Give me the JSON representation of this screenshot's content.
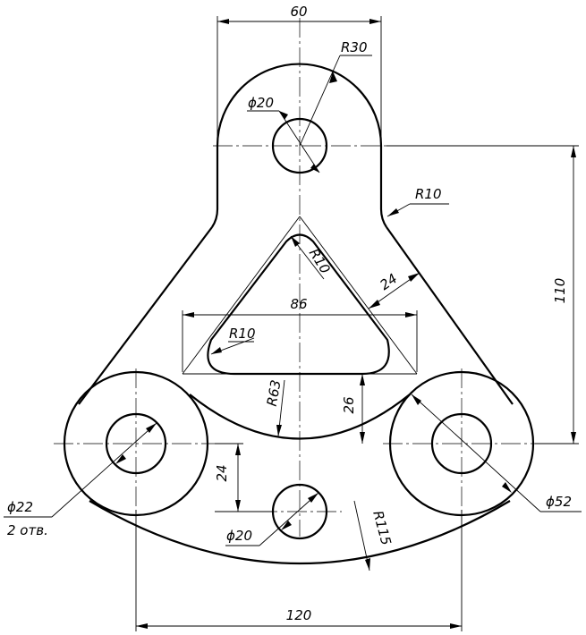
{
  "drawing": {
    "dimensions": {
      "width_top": "60",
      "r30": "R30",
      "hole_top": "ϕ20",
      "r10_neck": "R10",
      "r10_slot_top": "R10",
      "slot_width": "86",
      "slot_offset": "24",
      "r10_slot_corner": "R10",
      "height_total": "110",
      "r63": "R63",
      "gap_26": "26",
      "offset_24": "24",
      "hole_left": "ϕ22",
      "hole_left_count": "2 отв.",
      "hole_bottom": "ϕ20",
      "r115": "R115",
      "boss_right": "ϕ52",
      "base_span": "120"
    }
  }
}
